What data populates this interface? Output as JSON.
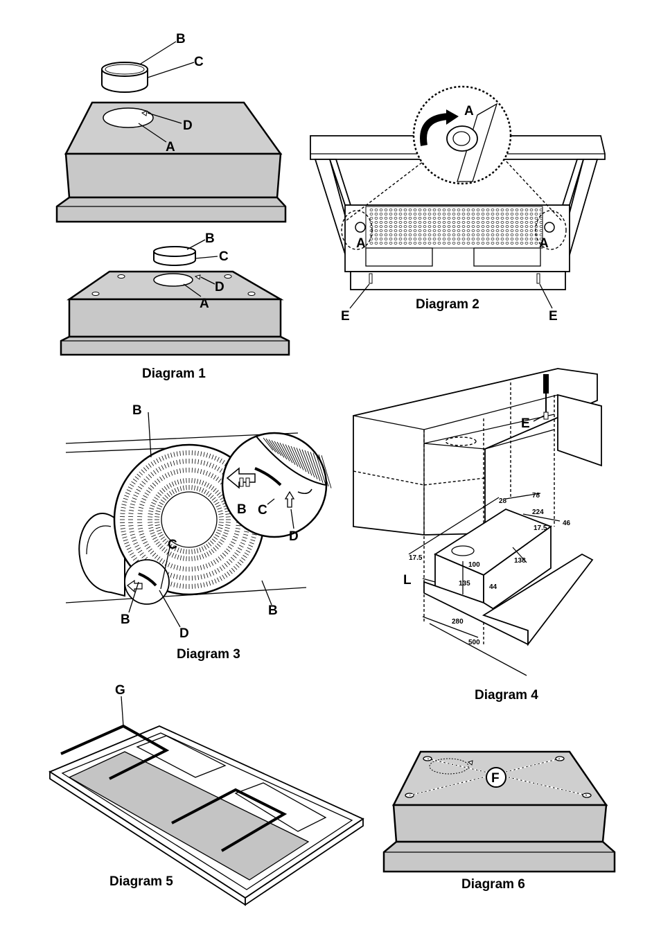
{
  "captions": {
    "d1": "Diagram 1",
    "d2": "Diagram 2",
    "d3": "Diagram 3",
    "d4": "Diagram 4",
    "d5": "Diagram 5",
    "d6": "Diagram 6"
  },
  "labels": {
    "A": "A",
    "B": "B",
    "C": "C",
    "D": "D",
    "E": "E",
    "F": "F",
    "G": "G",
    "L": "L"
  },
  "dimensions": {
    "d28": "28",
    "d78": "78",
    "d224": "224",
    "d46": "46",
    "d17_5": "17.5",
    "d100": "100",
    "d138": "138",
    "d135": "135",
    "d44": "44",
    "d280": "280",
    "d500": "500"
  }
}
